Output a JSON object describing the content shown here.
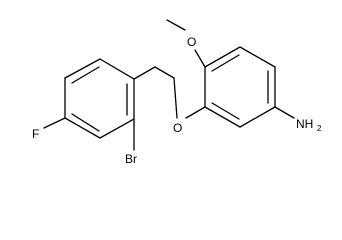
{
  "diagram": {
    "type": "chemical-structure",
    "atom_labels": {
      "fluorine": "F",
      "bromine": "Br",
      "ether_oxygen": "O",
      "methoxy_oxygen": "O",
      "amine": "NH",
      "amine_subscript": "2"
    },
    "colors": {
      "bond": "#000000",
      "label": "#000000",
      "background": "#ffffff"
    }
  }
}
